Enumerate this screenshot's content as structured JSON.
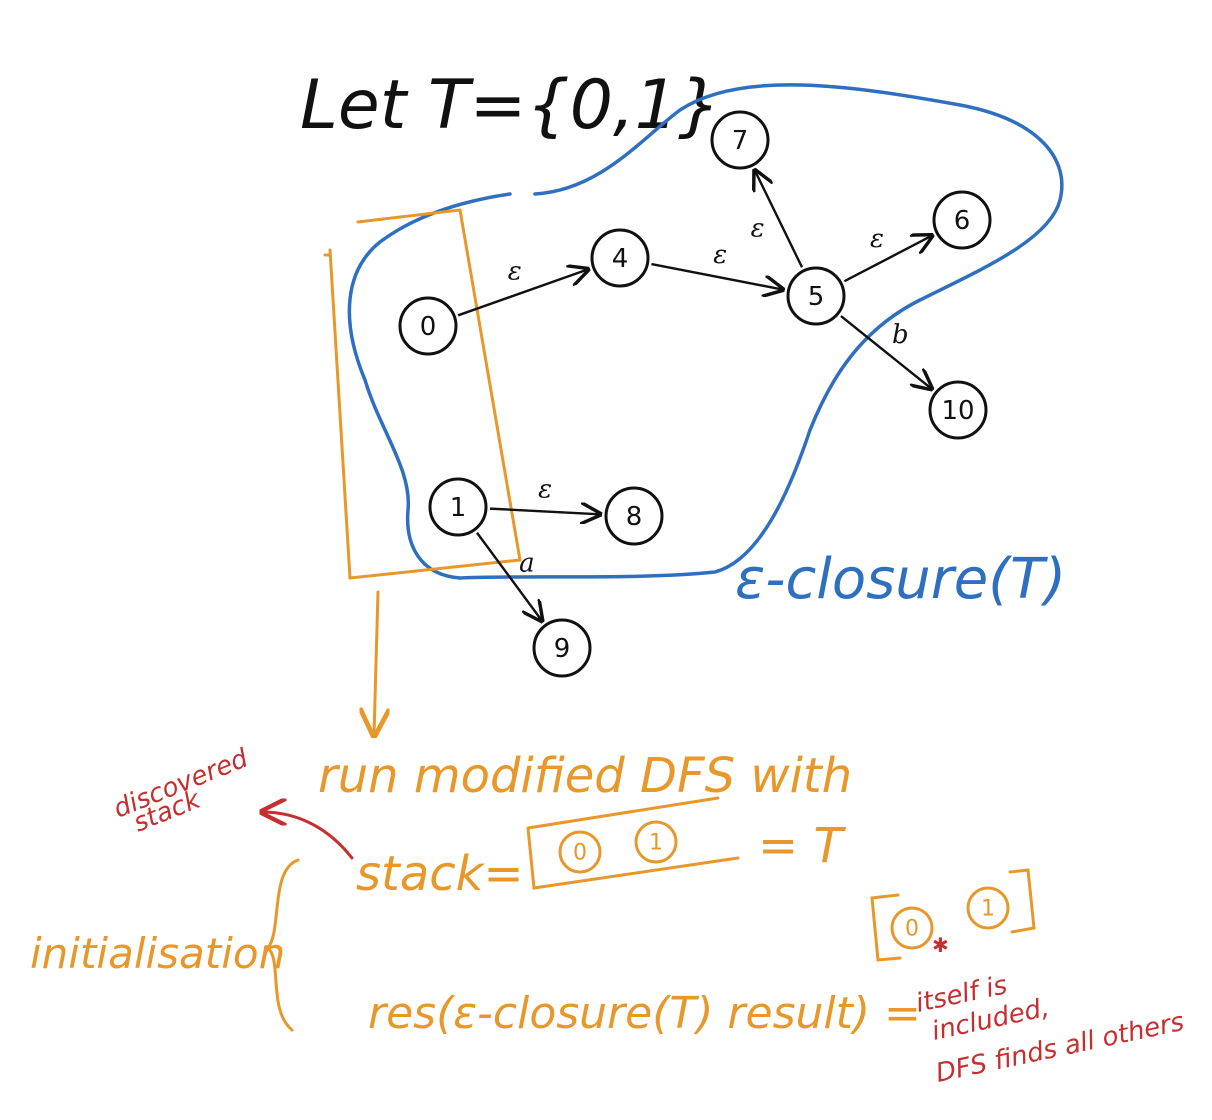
{
  "heading": "Let T={0,1}",
  "closure_label": "ε-closure(T)",
  "nodes": [
    {
      "id": "0"
    },
    {
      "id": "1"
    },
    {
      "id": "4"
    },
    {
      "id": "5"
    },
    {
      "id": "6"
    },
    {
      "id": "7"
    },
    {
      "id": "8"
    },
    {
      "id": "9"
    },
    {
      "id": "10"
    }
  ],
  "edges": [
    {
      "from": "0",
      "to": "4",
      "label": "ε"
    },
    {
      "from": "4",
      "to": "5",
      "label": "ε"
    },
    {
      "from": "5",
      "to": "7",
      "label": "ε"
    },
    {
      "from": "5",
      "to": "6",
      "label": "ε"
    },
    {
      "from": "5",
      "to": "10",
      "label": "b"
    },
    {
      "from": "1",
      "to": "8",
      "label": "ε"
    },
    {
      "from": "1",
      "to": "9",
      "label": "a"
    }
  ],
  "notes": {
    "run_dfs": "run modified DFS with",
    "stack_prefix": "stack=",
    "stack_items": [
      "0",
      "1"
    ],
    "stack_suffix": "= T",
    "init_label": "initialisation",
    "res_text": "res(ε-closure(T) result) =",
    "res_items": [
      "0",
      "1"
    ],
    "discovered": [
      "discovered",
      "stack"
    ],
    "itself_note": [
      "itself is",
      "included,",
      "DFS finds all others"
    ]
  },
  "colors": {
    "ink": "#111111",
    "orange": "#e8972a",
    "blue": "#2f6fc0",
    "red": "#c62f2f"
  }
}
